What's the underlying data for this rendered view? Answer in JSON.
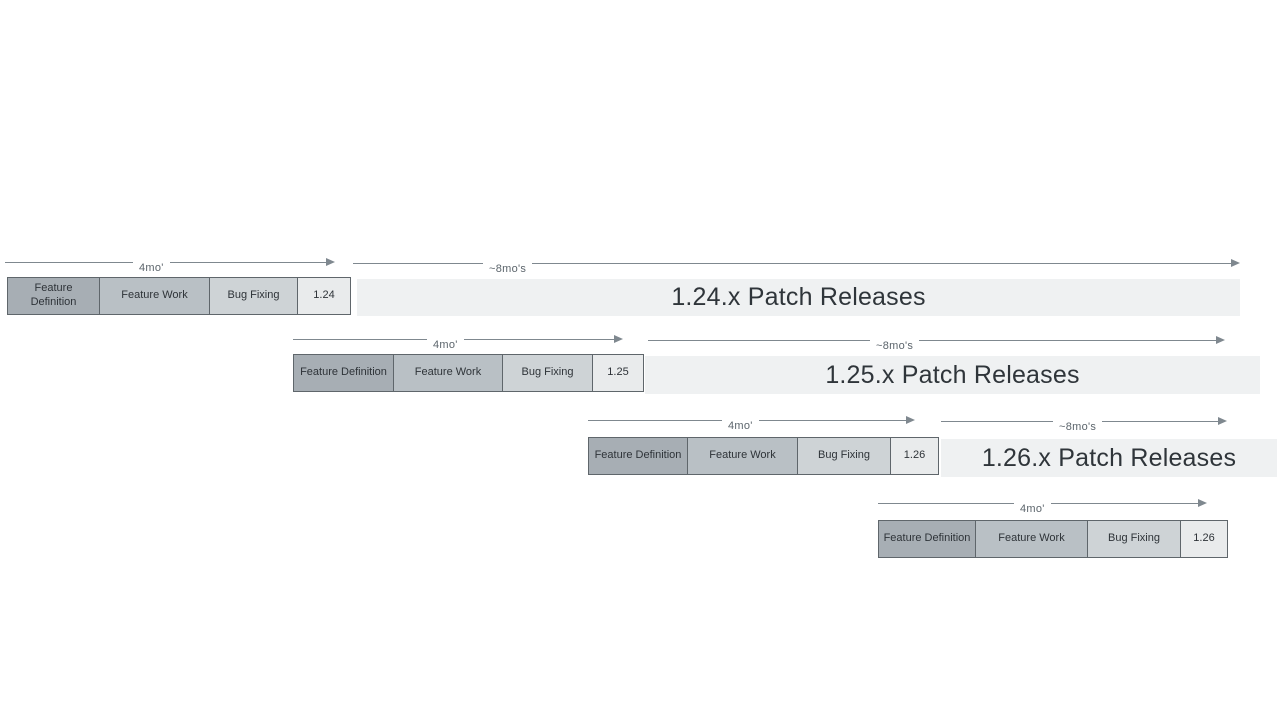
{
  "colors": {
    "background": "#ffffff",
    "feature_definition": "#a7aeb4",
    "feature_work": "#b9c0c5",
    "bug_fixing": "#ced3d6",
    "version_box": "#e9ebec",
    "patch_bar": "#eff1f2",
    "box_border": "#5f666b",
    "arrow": "#7f888f",
    "duration_text": "#5c656c",
    "box_text": "#2e3338",
    "patch_text": "#2f353a"
  },
  "rows": [
    {
      "version": "1.24",
      "cycle_duration": "4mo'",
      "patch_duration": "~8mo's",
      "phases": [
        "Feature Definition",
        "Feature Work",
        "Bug Fixing"
      ],
      "patch_release_label": "1.24.x Patch Releases"
    },
    {
      "version": "1.25",
      "cycle_duration": "4mo'",
      "patch_duration": "~8mo's",
      "phases": [
        "Feature Definition",
        "Feature Work",
        "Bug Fixing"
      ],
      "patch_release_label": "1.25.x Patch Releases"
    },
    {
      "version": "1.26",
      "cycle_duration": "4mo'",
      "patch_duration": "~8mo's",
      "phases": [
        "Feature Definition",
        "Feature Work",
        "Bug Fixing"
      ],
      "patch_release_label": "1.26.x Patch Releases"
    },
    {
      "version": "1.26",
      "cycle_duration": "4mo'",
      "phases": [
        "Feature Definition",
        "Feature Work",
        "Bug Fixing"
      ]
    }
  ]
}
